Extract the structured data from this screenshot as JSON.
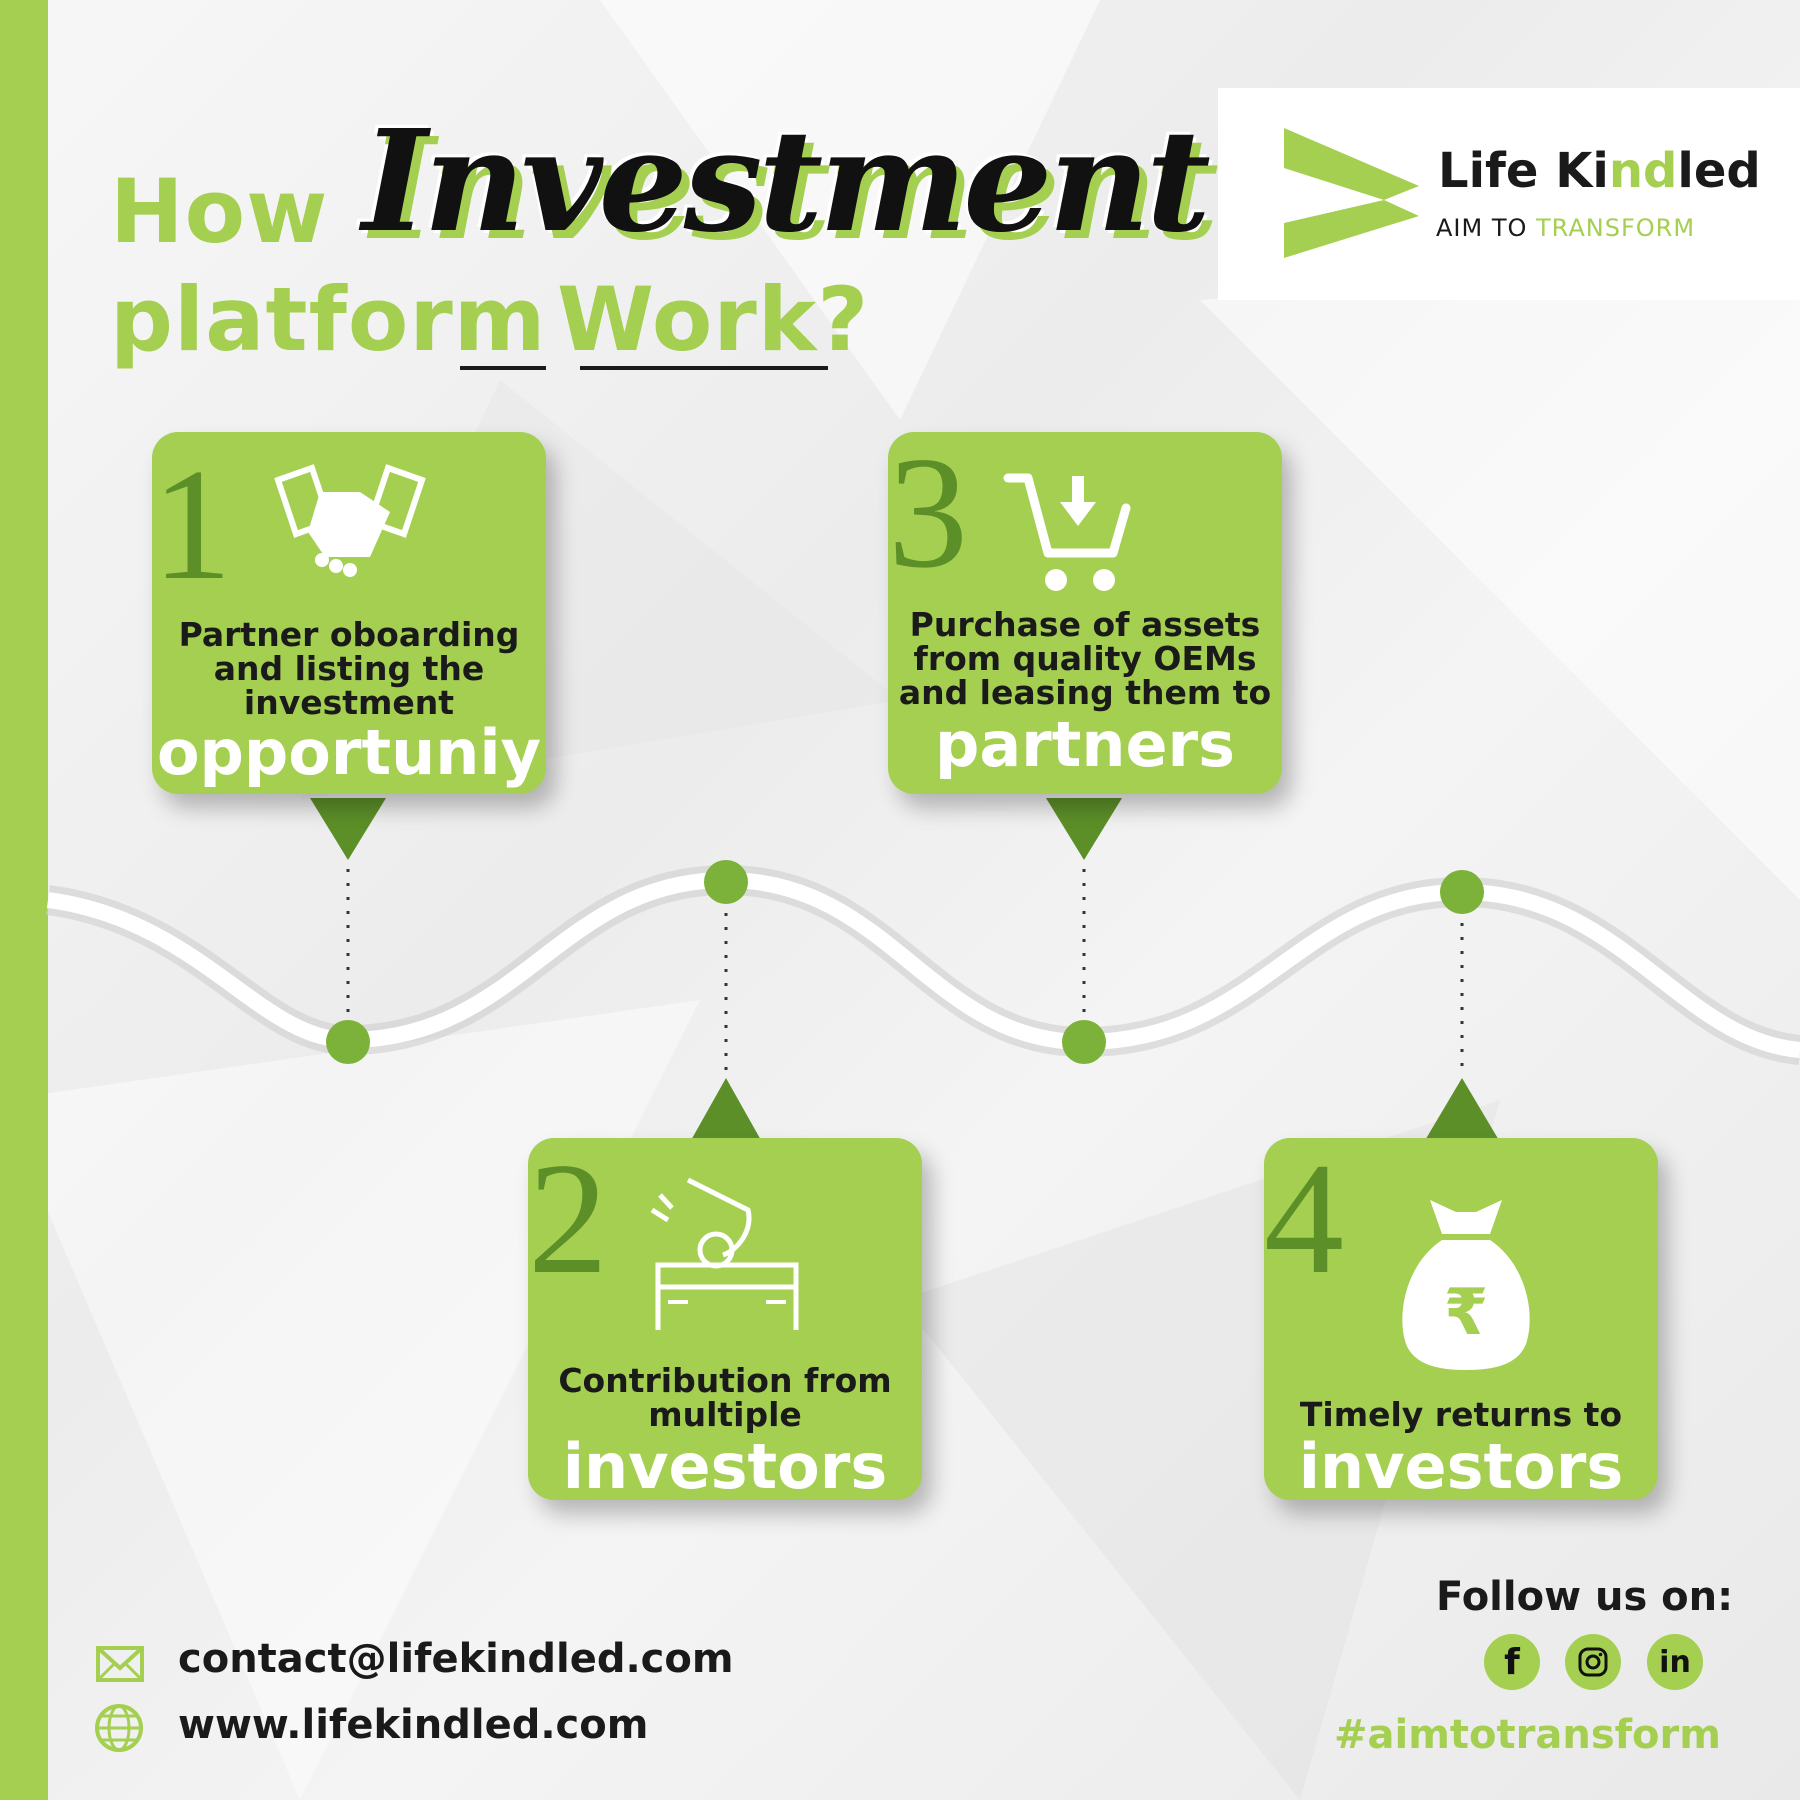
{
  "heading": {
    "how": "How",
    "investment": "Investment",
    "platform": "platform",
    "work": "Work?"
  },
  "logo": {
    "name_pre": "Life Ki",
    "name_hl": "nd",
    "name_post": "led",
    "tag_pre": "AIM TO ",
    "tag_hl": "TRANSFORM"
  },
  "steps": [
    {
      "num": "1",
      "text": "Partner oboarding and listing the investment",
      "big": "opportuniy",
      "icon": "handshake-icon"
    },
    {
      "num": "2",
      "text": "Contribution from multiple",
      "big": "investors",
      "icon": "donation-box-icon"
    },
    {
      "num": "3",
      "text": "Purchase of assets from quality OEMs and leasing them to",
      "big": "partners",
      "icon": "shopping-cart-icon"
    },
    {
      "num": "4",
      "text": "Timely returns to",
      "big": "investors",
      "icon": "rupee-money-bag-icon"
    }
  ],
  "footer": {
    "email": "contact@lifekindled.com",
    "website": "www.lifekindled.com",
    "follow": "Follow us on:",
    "social": [
      "f",
      "in"
    ],
    "hashtag": "#aimtotransform"
  },
  "colors": {
    "accent": "#a4cf50",
    "dark_green": "#5c8f28",
    "text": "#1a1a1a"
  }
}
